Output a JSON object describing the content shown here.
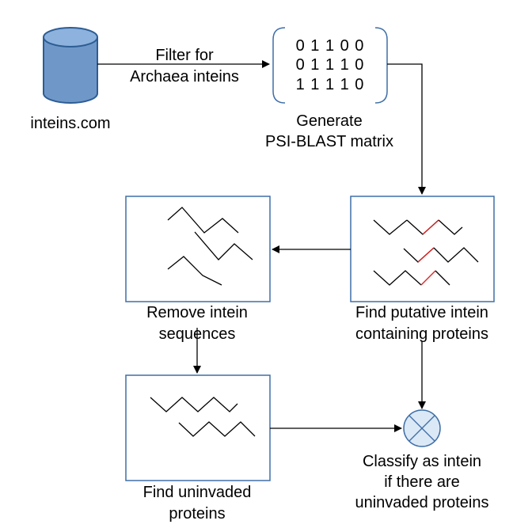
{
  "nodes": {
    "database": {
      "label": "inteins.com"
    },
    "matrix": {
      "rows": [
        "0 1 1 0 0",
        "0 1 1 1 0",
        "1 1 1 1 0"
      ],
      "caption": [
        "Generate",
        "PSI-BLAST matrix"
      ]
    },
    "find_putative": {
      "caption": [
        "Find putative intein",
        "containing proteins"
      ]
    },
    "remove_intein": {
      "caption": [
        "Remove intein",
        "sequences"
      ]
    },
    "find_uninvaded": {
      "caption": [
        "Find uninvaded",
        "proteins"
      ]
    },
    "classify": {
      "caption": [
        "Classify as intein",
        "if there are",
        "uninvaded proteins"
      ]
    }
  },
  "edges": {
    "filter": {
      "label": [
        "Filter for",
        "Archaea inteins"
      ]
    }
  },
  "colors": {
    "db_fill": "#6f98c9",
    "db_top": "#8db2dd",
    "db_stroke": "#2d5d94",
    "box_stroke": "#3f6fa7",
    "highlight": "#e02020",
    "line": "#000000"
  }
}
